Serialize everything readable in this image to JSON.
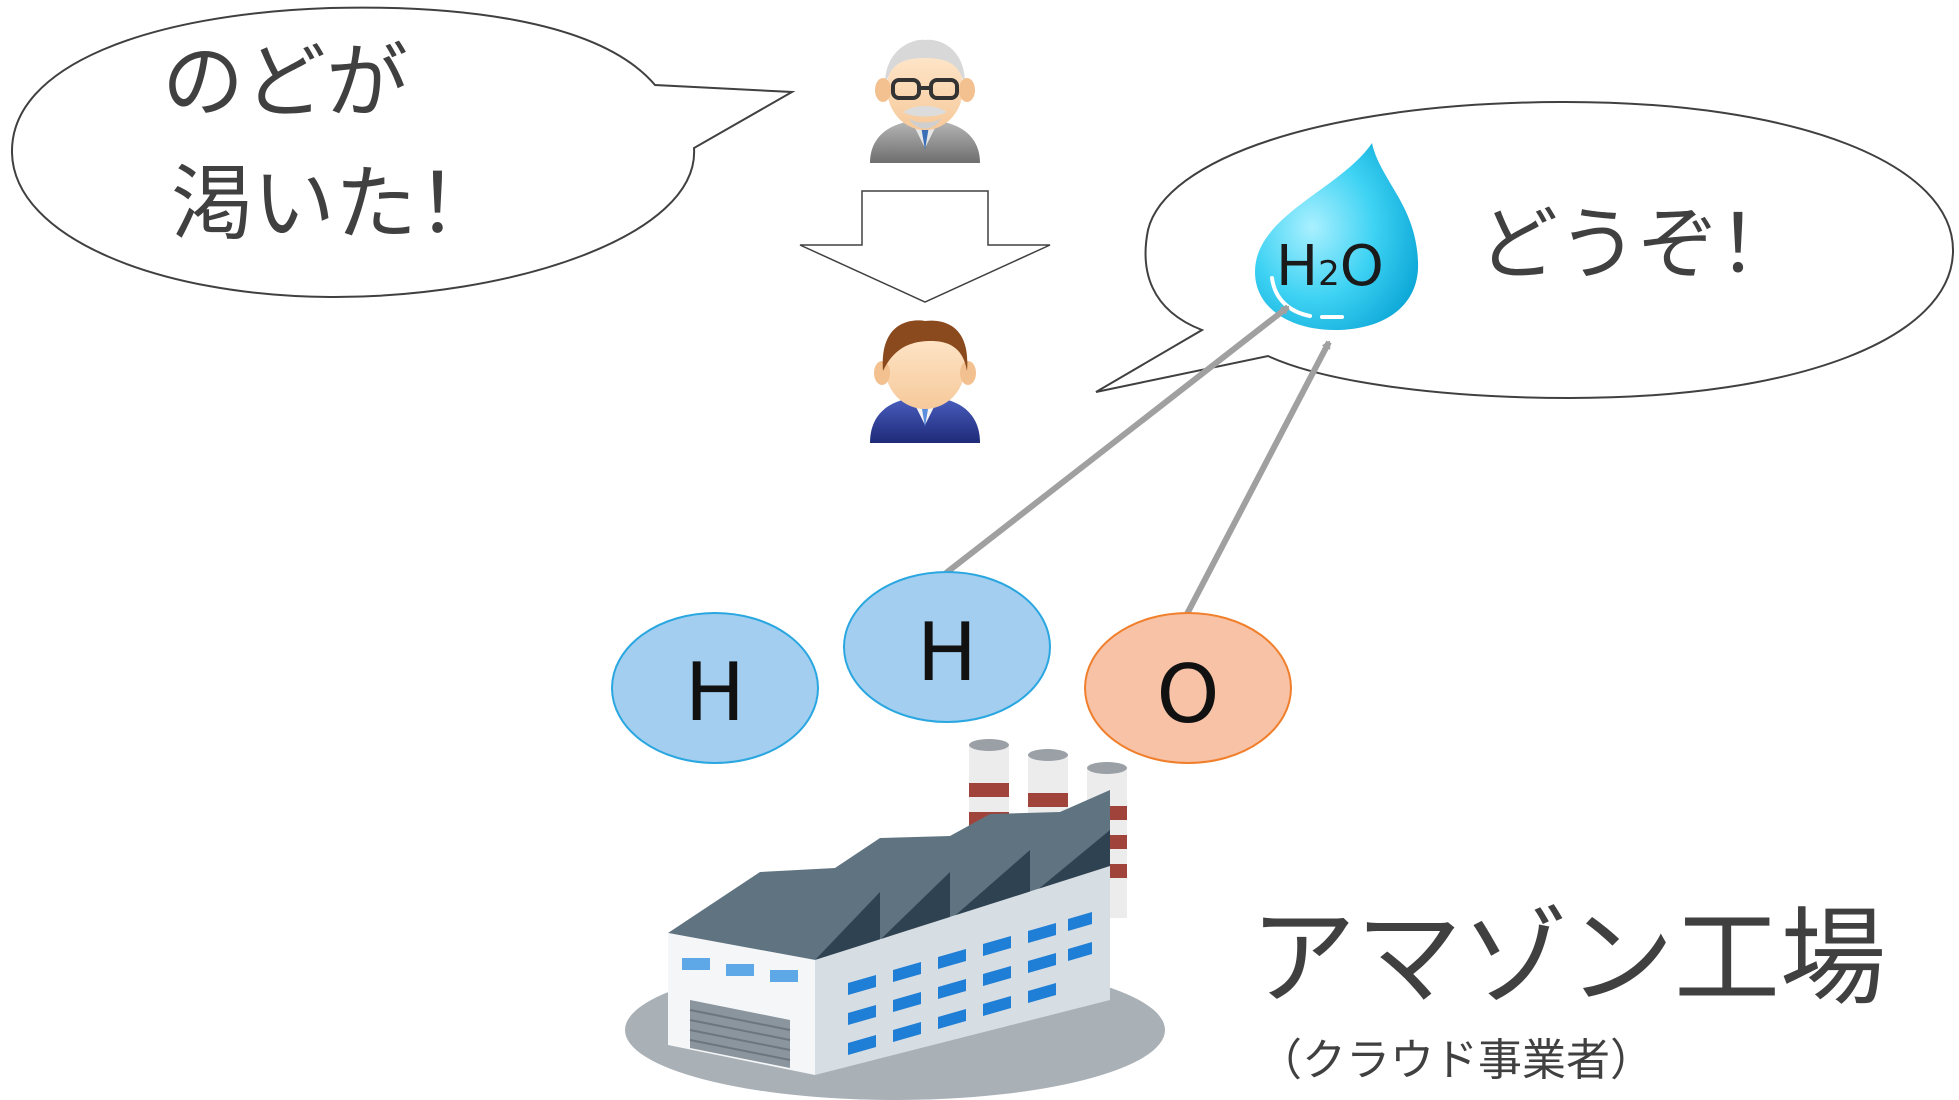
{
  "bubble_left": {
    "line1": "のどが",
    "line2": "渇いた！"
  },
  "bubble_right": {
    "drop_text": "H",
    "drop_subscript": "2",
    "drop_text_end": "O",
    "text": "どうぞ！"
  },
  "atoms": [
    {
      "label": "H",
      "fill": "#a3cef0",
      "stroke": "#2aa7e0"
    },
    {
      "label": "H",
      "fill": "#a3cef0",
      "stroke": "#2aa7e0"
    },
    {
      "label": "O",
      "fill": "#f8c2a6",
      "stroke": "#f07f2c"
    }
  ],
  "factory": {
    "title": "アマゾン工場",
    "subtitle": "（クラウド事業者）"
  },
  "people": [
    {
      "icon": "elderly-man-icon"
    },
    {
      "icon": "businessman-icon"
    }
  ],
  "colors": {
    "text": "#404040",
    "arrow": "#a0a0a0",
    "drop": "#29c6ee",
    "factory_roof": "#2f4252",
    "factory_window": "#1f7ed6",
    "chimney_stripe": "#a0433a"
  }
}
